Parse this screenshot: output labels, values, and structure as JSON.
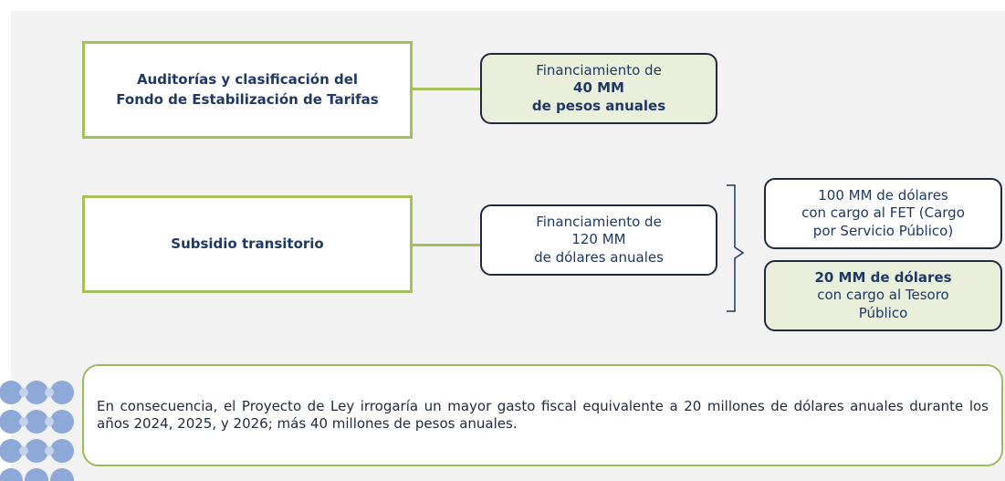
{
  "boxes": {
    "audit": "Auditorías y clasificación del\nFondo de Estabilización de Tarifas",
    "subsidy": "Subsidio transitorio"
  },
  "financing1": {
    "line1": "Financiamiento de",
    "line2": "40 MM",
    "line3": "de pesos anuales"
  },
  "financing2": {
    "text": "Financiamiento de\n120 MM\nde dólares anuales"
  },
  "fet_box": {
    "text": "100 MM de dólares\ncon cargo al FET (Cargo\npor Servicio Público)"
  },
  "treasury_box": {
    "bold": "20 MM de dólares",
    "text": "con cargo al Tesoro\nPúblico"
  },
  "conclusion": "En consecuencia, el Proyecto de Ley irrogaría un mayor gasto fiscal equivalente a 20 millones de dólares anuales durante los años 2024, 2025, y 2026; más 40 millones de pesos anuales.",
  "colors": {
    "panel": "#f2f2f2",
    "green_border": "#a4c05a",
    "navy_text": "#1f3864",
    "light_green_fill": "#e9efda",
    "decor_blue": "#8ea9d8"
  }
}
